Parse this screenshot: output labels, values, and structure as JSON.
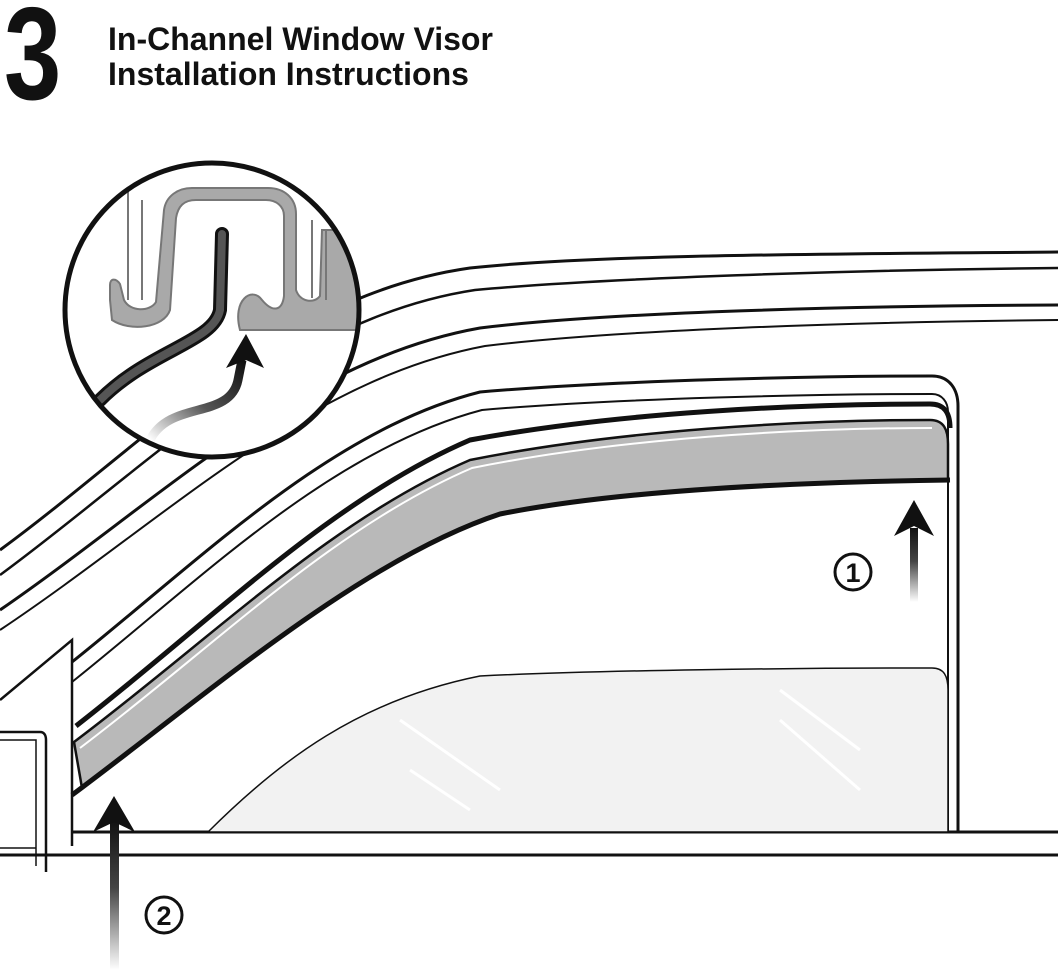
{
  "header": {
    "step_number": "3",
    "title_line_1": "In-Channel Window Visor",
    "title_line_2": "Installation Instructions"
  },
  "callouts": [
    {
      "label": "1",
      "meaning": "rear-end-insert-up"
    },
    {
      "label": "2",
      "meaning": "front-end-insert-up"
    }
  ],
  "colors": {
    "ink": "#111111",
    "visor_fill": "#b9b9b9",
    "channel_fill": "#a9a9a9",
    "glass_fill": "#f2f2f2",
    "arrow_gradient_start": "#111111",
    "arrow_gradient_end": "#ffffff"
  },
  "icons": {
    "insert_arrow": "up-arrow-icon",
    "detail_magnifier": "magnifier-circle-icon",
    "callout_badge": "circled-number-icon"
  }
}
